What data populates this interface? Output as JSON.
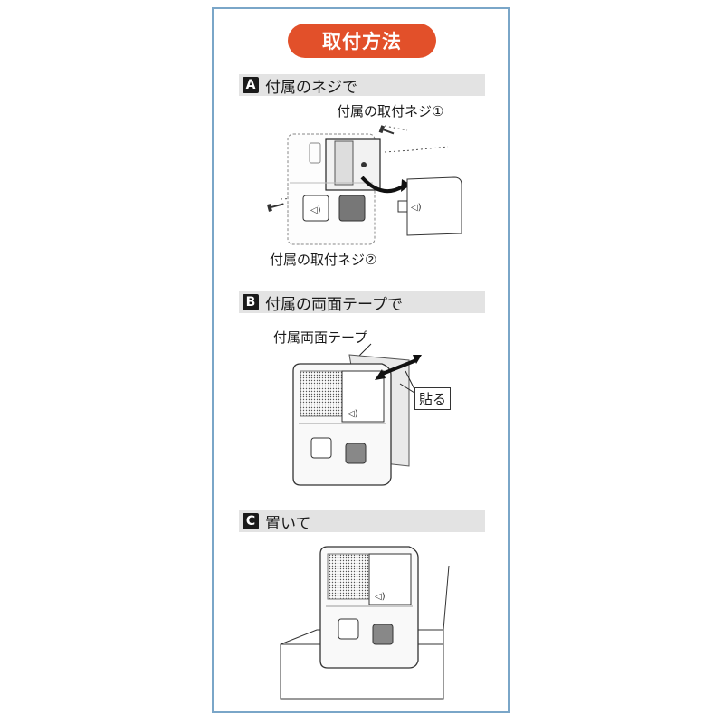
{
  "title": "取付方法",
  "sections": [
    {
      "letter": "A",
      "heading": "付属のネジで",
      "callouts": [
        "付属の取付ネジ①",
        "付属の取付ネジ②"
      ]
    },
    {
      "letter": "B",
      "heading": "付属の両面テープで",
      "callouts": [
        "付属両面テープ",
        "貼る"
      ]
    },
    {
      "letter": "C",
      "heading": "置いて",
      "callouts": []
    }
  ],
  "colors": {
    "accent": "#e2502a",
    "frame": "#7aa6c8",
    "section_bg": "#e3e3e3"
  },
  "icons": [
    "screw-icon",
    "speaker-button-icon",
    "chime-button-icon",
    "curved-arrow-icon",
    "double-arrow-icon"
  ]
}
